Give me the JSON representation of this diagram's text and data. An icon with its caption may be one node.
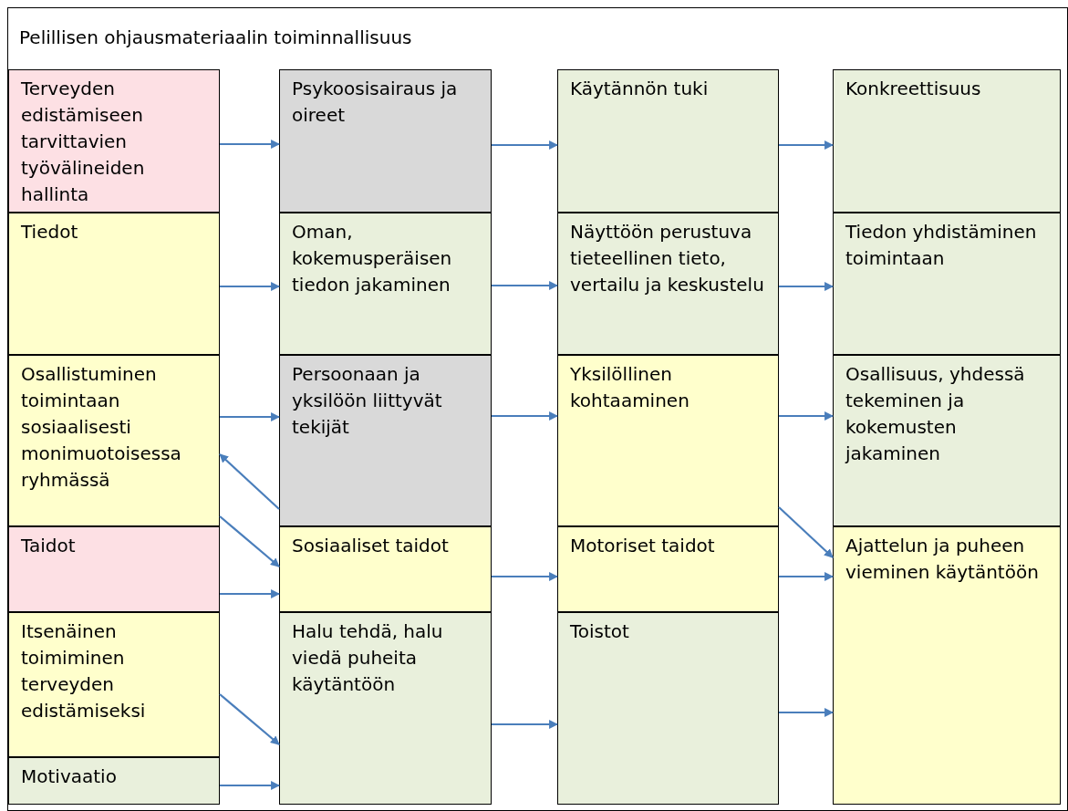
{
  "diagram": {
    "nodes": [
      {
        "text": [
          "Pelillisen ohjausmateriaalin toiminnallisuus"
        ]
      },
      {
        "text": [
          "Terveyden edistämiseen tarvittavien työvälineiden hallinta"
        ],
        "in": 0
      },
      {
        "text": [
          "Psykoosisairaus ja oireet"
        ],
        "in": 0
      },
      {
        "text": [
          "Käytännön tuki"
        ],
        "in": 0
      },
      {
        "text": [
          "Konkreettisuus"
        ],
        "in": 0
      },
      {
        "text": [
          "Tiedot"
        ],
        "in": 0
      },
      {
        "text": [
          "Oman, kokemusperäisen tiedon jakaminen"
        ],
        "in": 0
      },
      {
        "text": [
          "Näyttöön perustuva tieteellinen tieto, vertailu ja keskustelu"
        ],
        "in": 0
      },
      {
        "text": [
          "Tiedon yhdistäminen toimintaan"
        ],
        "in": 0
      },
      {
        "text": [
          "Osallistuminen toimintaan sosiaalisesti monimuotoisessa ryhmässä"
        ],
        "in": 0
      },
      {
        "text": [
          "Persoonaan ja yksilöön liittyvät tekijät"
        ],
        "in": 0
      },
      {
        "text": [
          "Yksilöllinen kohtaaminen"
        ],
        "in": 0
      },
      {
        "text": [
          "Osallisuus, yhdessä tekeminen ja kokemusten jakaminen"
        ],
        "in": 0
      },
      {
        "text": [
          "Taidot"
        ],
        "in": 0
      },
      {
        "text": [
          "Sosiaaliset taidot"
        ],
        "in": 0
      },
      {
        "text": [
          "Motoriset taidot"
        ],
        "in": 0
      },
      {
        "text": [
          "Ajattelun ja puheen vieminen käytäntöön"
        ],
        "in": 0
      },
      {
        "text": [
          "Itsenäinen toimiminen terveyden edistämiseksi"
        ],
        "in": 0
      },
      {
        "text": [
          "Halu tehdä, halu viedä puheita käytäntöön"
        ],
        "in": 0
      },
      {
        "text": [
          "Toistot"
        ],
        "in": 0
      },
      {
        "text": [
          "Motivaatio"
        ],
        "in": 0
      }
    ],
    "edges": [
      {
        "from": 1,
        "to": 2,
        "arrow": "to"
      },
      {
        "from": 2,
        "to": 3,
        "arrow": "to"
      },
      {
        "from": 3,
        "to": 4,
        "arrow": "to"
      },
      {
        "from": 5,
        "to": 6,
        "arrow": "to"
      },
      {
        "from": 6,
        "to": 7,
        "arrow": "to"
      },
      {
        "from": 7,
        "to": 8,
        "arrow": "to"
      },
      {
        "from": 9,
        "to": 10,
        "arrow": "to"
      },
      {
        "from": 10,
        "to": 11,
        "arrow": "to"
      },
      {
        "from": 11,
        "to": 12,
        "arrow": "to"
      },
      {
        "from": 10,
        "to": 9,
        "arrow": "to"
      },
      {
        "from": 9,
        "to": 14,
        "arrow": "to"
      },
      {
        "from": 11,
        "to": 16,
        "arrow": "to"
      },
      {
        "from": 13,
        "to": 14,
        "arrow": "to"
      },
      {
        "from": 14,
        "to": 15,
        "arrow": "to"
      },
      {
        "from": 15,
        "to": 16,
        "arrow": "to"
      },
      {
        "from": 17,
        "to": 18,
        "arrow": "to"
      },
      {
        "from": 18,
        "to": 19,
        "arrow": "to"
      },
      {
        "from": 19,
        "to": 16,
        "arrow": "to"
      },
      {
        "from": 20,
        "to": 18,
        "arrow": "to"
      }
    ]
  }
}
